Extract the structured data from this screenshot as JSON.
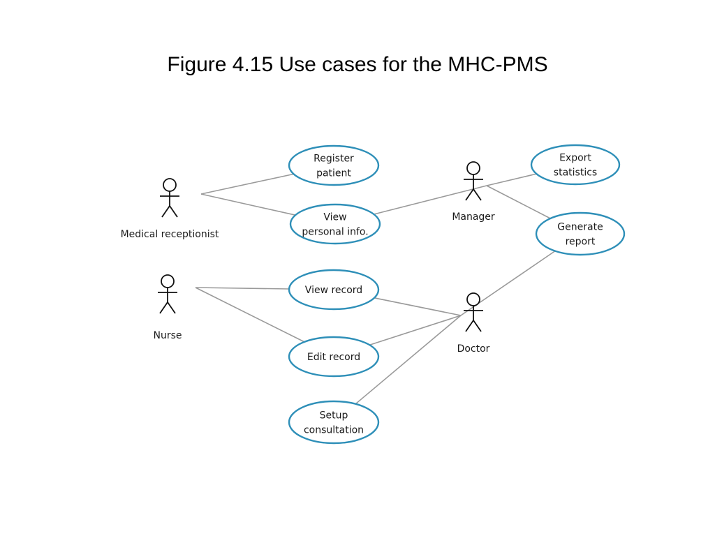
{
  "title": "Figure 4.15 Use cases for the MHC-PMS",
  "colors": {
    "ellipse_stroke": "#2e8fb8",
    "association_line": "#9a9a9a",
    "actor_stroke": "#111111"
  },
  "actors": {
    "medical_receptionist": "Medical receptionist",
    "nurse": "Nurse",
    "manager": "Manager",
    "doctor": "Doctor"
  },
  "use_cases": {
    "register_patient": [
      "Register",
      "patient"
    ],
    "view_personal_info": [
      "View",
      "personal info."
    ],
    "view_record": [
      "View record"
    ],
    "edit_record": [
      "Edit record"
    ],
    "setup_consultation": [
      "Setup",
      "consultation"
    ],
    "export_statistics": [
      "Export",
      "statistics"
    ],
    "generate_report": [
      "Generate",
      "report"
    ]
  },
  "associations": [
    [
      "medical_receptionist",
      "register_patient"
    ],
    [
      "medical_receptionist",
      "view_personal_info"
    ],
    [
      "manager",
      "view_personal_info"
    ],
    [
      "manager",
      "export_statistics"
    ],
    [
      "manager",
      "generate_report"
    ],
    [
      "nurse",
      "view_record"
    ],
    [
      "nurse",
      "edit_record"
    ],
    [
      "doctor",
      "view_record"
    ],
    [
      "doctor",
      "edit_record"
    ],
    [
      "doctor",
      "setup_consultation"
    ],
    [
      "doctor",
      "generate_report"
    ]
  ]
}
